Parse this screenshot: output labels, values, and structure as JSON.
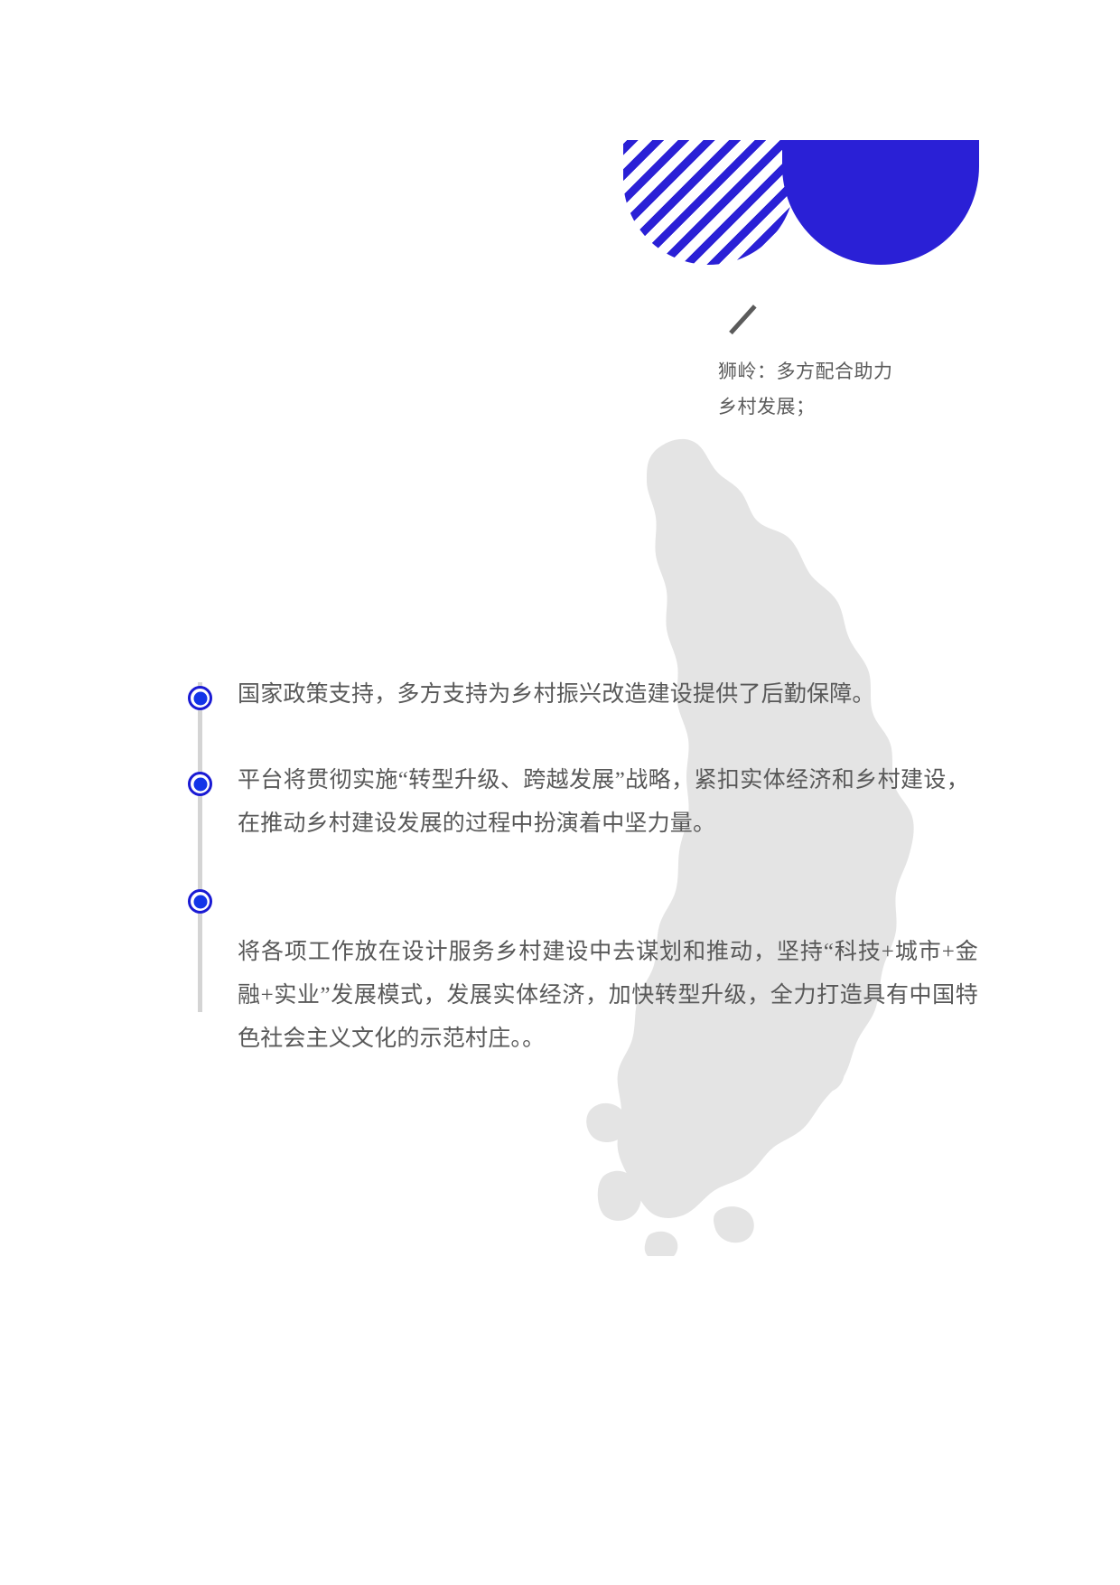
{
  "theme": {
    "accent_blue": "#2a20d6",
    "bullet_blue": "#1335e8",
    "rail_gray": "#d4d4d4",
    "text_gray": "#585858",
    "watermark_gray": "#e4e4e4",
    "background": "#ffffff"
  },
  "decoration": {
    "striped_semicircle": "striped-half-circle-shape",
    "solid_semicircle": "solid-half-circle-shape",
    "slash": "diagonal-slash-mark"
  },
  "heading": {
    "line1": "狮岭：多方配合助力",
    "line2": "乡村发展；",
    "full": "狮岭：多方配合助力\n乡村发展；"
  },
  "watermark": {
    "label": "map-silhouette-watermark"
  },
  "timeline": {
    "items": [
      {
        "marker": "bullet-ring-icon",
        "text": "国家政策支持，多方支持为乡村振兴改造建设提供了后勤保障。"
      },
      {
        "marker": "bullet-ring-icon",
        "text": "平台将贯彻实施“转型升级、跨越发展”战略，紧扣实体经济和乡村建设，在推动乡村建设发展的过程中扮演着中坚力量。"
      },
      {
        "marker": "bullet-ring-icon",
        "text": "将各项工作放在设计服务乡村建设中去谋划和推动，坚持“科技+城市+金融+实业”发展模式，发展实体经济，加快转型升级，全力打造具有中国特色社会主义文化的示范村庄。。"
      }
    ]
  }
}
